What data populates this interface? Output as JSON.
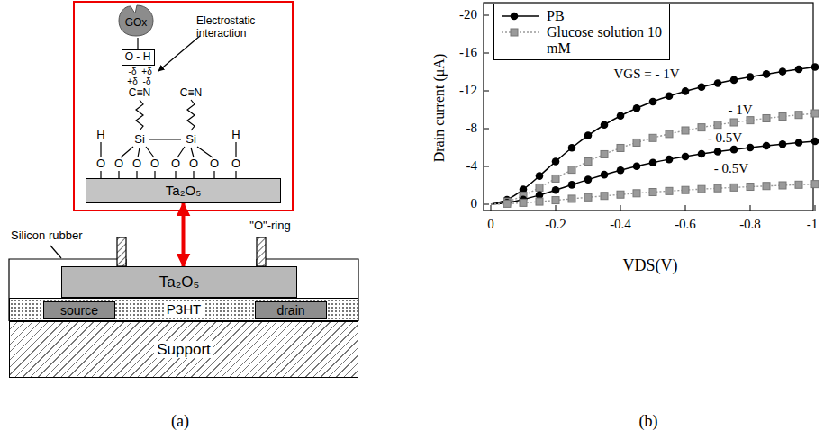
{
  "diagram": {
    "nodes": [
      {
        "text": [
          "GOx"
        ]
      },
      {
        "text": [
          "O - H"
        ]
      },
      {
        "text": [
          "Ta₂O₅"
        ]
      },
      {
        "text": [
          "Ta₂O₅"
        ]
      },
      {
        "text": [
          "P3HT"
        ]
      },
      {
        "text": [
          "source"
        ],
        "in": 4
      },
      {
        "text": [
          "drain"
        ],
        "in": 4
      },
      {
        "text": [
          "Support"
        ]
      }
    ],
    "edges": [
      {
        "from": 0,
        "to": 1,
        "arrow": "none"
      },
      {
        "from": 2,
        "to": 3,
        "arrow": "both"
      }
    ],
    "labels": [
      "Electrostatic interaction",
      "-δ",
      "+δ",
      "+δ",
      "-δ",
      "C≡N",
      "C≡N",
      "H",
      "Si",
      "Si",
      "H",
      "O",
      "O",
      "O",
      "O",
      "O",
      "O",
      "O",
      "O",
      "Silicon rubber",
      "\"O\"-ring",
      "(a)",
      "Drain current (μA)",
      "-20",
      "-16",
      "-12",
      "-8",
      "-4",
      "0",
      "0",
      "-0.2",
      "-0.4",
      "-0.6",
      "-0.8",
      "-1",
      "VDS(V)",
      "VGS = - 1V",
      "- 1V",
      "- 0.5V",
      "- 0.5V",
      "(b)"
    ],
    "legend": [
      {
        "text": "PB"
      },
      {
        "text": "Glucose solution 10 mM"
      }
    ]
  }
}
